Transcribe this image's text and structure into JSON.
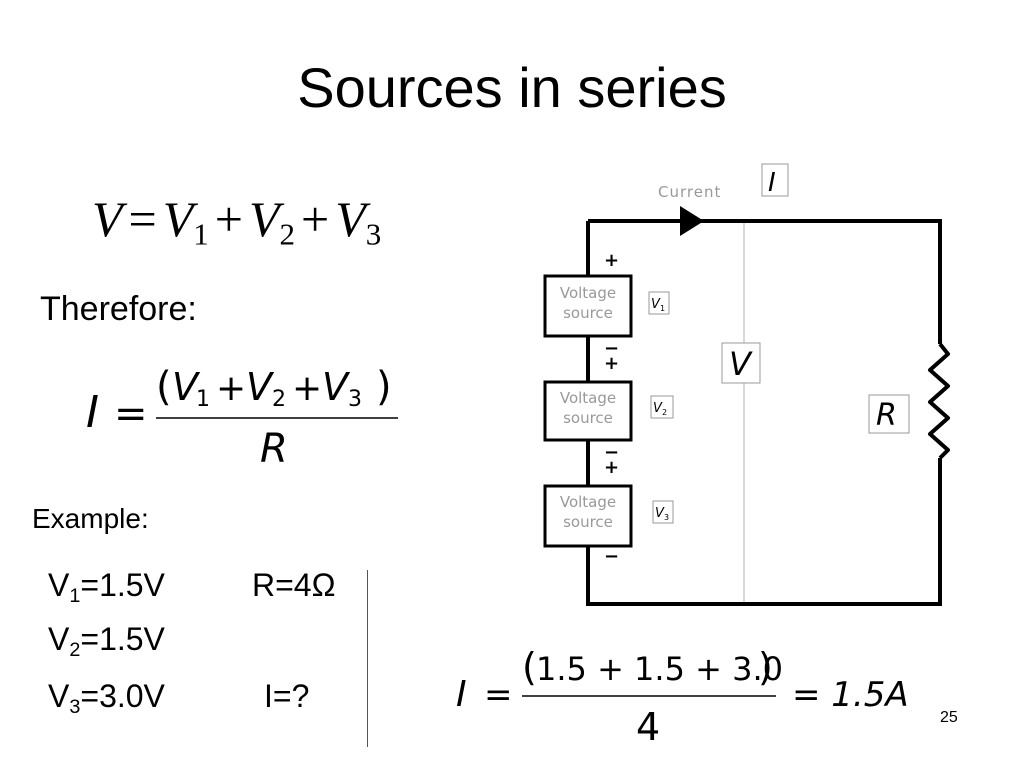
{
  "slide": {
    "title": "Sources in series",
    "therefore": "Therefore:",
    "example": "Example:",
    "page_number": "25"
  },
  "equation_sum": {
    "lhs": "V",
    "v1": "V",
    "v2": "V",
    "v3": "V",
    "sub1": "1",
    "sub2": "2",
    "sub3": "3"
  },
  "equation_current": {
    "lhs": "I",
    "denominator": "R"
  },
  "given": {
    "v1": {
      "name": "V",
      "sub": "1",
      "value": "=1.5V"
    },
    "v2": {
      "name": "V",
      "sub": "2",
      "value": "=1.5V"
    },
    "v3": {
      "name": "V",
      "sub": "3",
      "value": "=3.0V"
    },
    "r": "R=4Ω",
    "unknown": "I=?"
  },
  "solution": {
    "lhs": "I",
    "numerator": "1.5 + 1.5 + 3.0",
    "denominator": "4",
    "result": "= 1.5A"
  },
  "circuit": {
    "current_label": "Current",
    "current_symbol": "I",
    "voltage_symbol": "V",
    "resistance_symbol": "R",
    "sources": [
      {
        "line1": "Voltage",
        "line2": "source",
        "symbol": "V",
        "sub": "1"
      },
      {
        "line1": "Voltage",
        "line2": "source",
        "symbol": "V",
        "sub": "2"
      },
      {
        "line1": "Voltage",
        "line2": "source",
        "symbol": "V",
        "sub": "3"
      }
    ],
    "plus": "+",
    "minus": "−",
    "wire_color": "#000000",
    "label_color": "#999999"
  }
}
